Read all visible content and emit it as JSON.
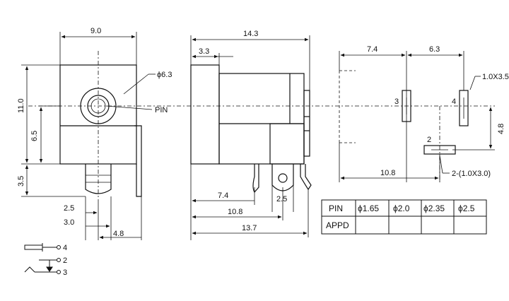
{
  "front_view": {
    "width_dim": "9.0",
    "height_dim": "11.0",
    "center_height_dim": "6.5",
    "pin_len_dim": "3.5",
    "hole_dia": "ϕ6.3",
    "pin_label": "PIN",
    "dim_2_5": "2.5",
    "dim_3_0": "3.0",
    "dim_4_8": "4.8"
  },
  "side_view": {
    "length_dim": "14.3",
    "front_dim": "3.3",
    "dim_7_4": "7.4",
    "dim_10_8": "10.8",
    "dim_13_7": "13.7",
    "dim_2_5": "2.5"
  },
  "pcb_layout": {
    "dim_7_4": "7.4",
    "dim_6_3": "6.3",
    "dim_10_8": "10.8",
    "dim_4_8": "4.8",
    "slot_label_3": "3",
    "slot_label_4": "4",
    "slot_label_2": "2",
    "slot_size_4": "1.0X3.5",
    "slot_size_2": "2-(1.0X3.0)"
  },
  "schematic": {
    "pin_4": "4",
    "pin_2": "2",
    "pin_3": "3"
  },
  "table": {
    "header_label": "PIN",
    "row_label": "APPD",
    "columns": [
      "ϕ1.65",
      "ϕ2.0",
      "ϕ2.35",
      "ϕ2.5"
    ]
  }
}
